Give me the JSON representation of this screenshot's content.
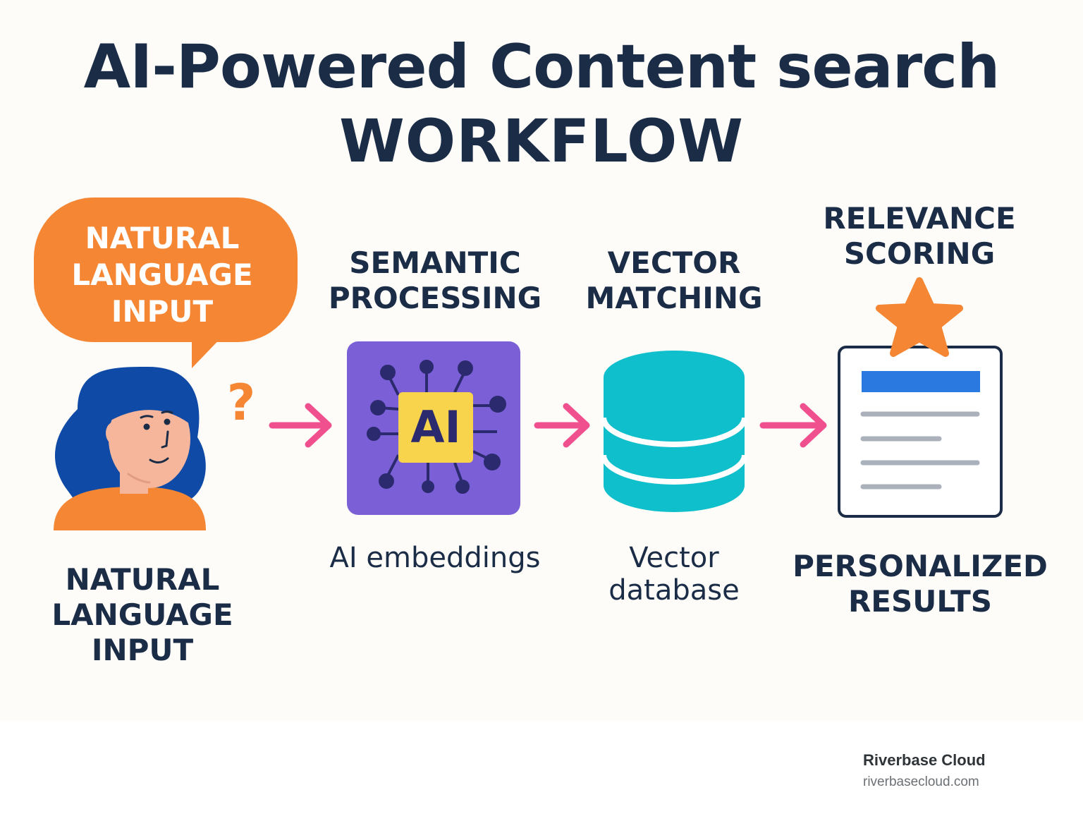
{
  "title": {
    "line1": "AI-Powered Content search",
    "line2": "WORKFLOW"
  },
  "steps": {
    "input": {
      "bubble": "NATURAL\nLANGUAGE\nINPUT",
      "question_mark": "?",
      "label": "NATURAL\nLANGUAGE\nINPUT"
    },
    "semantic": {
      "heading": "SEMANTIC\nPROCESSING",
      "chip_text": "AI",
      "caption": "AI embeddings"
    },
    "vector": {
      "heading": "VECTOR\nMATCHING",
      "caption": "Vector\ndatabase"
    },
    "relevance": {
      "heading": "RELEVANCE\nSCORING",
      "label": "PERSONALIZED\nRESULTS"
    }
  },
  "brand": {
    "name": "Riverbase Cloud",
    "url": "riverbasecloud.com"
  },
  "colors": {
    "text_dark": "#1b2c46",
    "bubble_orange": "#f58634",
    "arrow_pink": "#f0508e",
    "ai_purple": "#7b5fd6",
    "ai_chip_yellow": "#f8d44c",
    "db_teal": "#0fbfcb",
    "result_blue": "#2a79e0",
    "hair_blue": "#0f4ba6",
    "skin": "#f6b69c"
  }
}
